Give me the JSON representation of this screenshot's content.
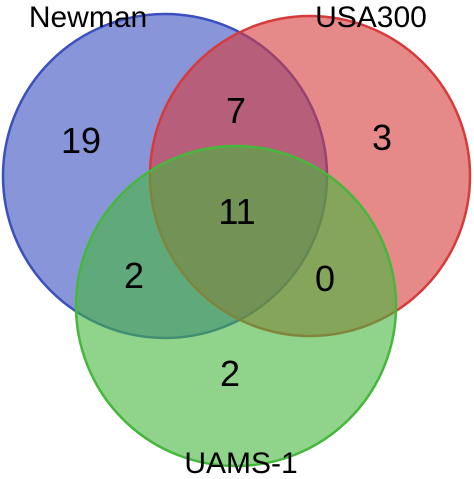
{
  "sets": [
    {
      "id": "newman",
      "label": "Newman",
      "color": "#3a4fc0"
    },
    {
      "id": "usa300",
      "label": "USA300",
      "color": "#d63a3a"
    },
    {
      "id": "uams1",
      "label": "UAMS-1",
      "color": "#45b83c"
    }
  ],
  "regions": {
    "newman_only": "19",
    "usa300_only": "3",
    "uams1_only": "2",
    "newman_usa300": "7",
    "newman_uams1": "2",
    "usa300_uams1": "0",
    "all_three": "11"
  }
}
